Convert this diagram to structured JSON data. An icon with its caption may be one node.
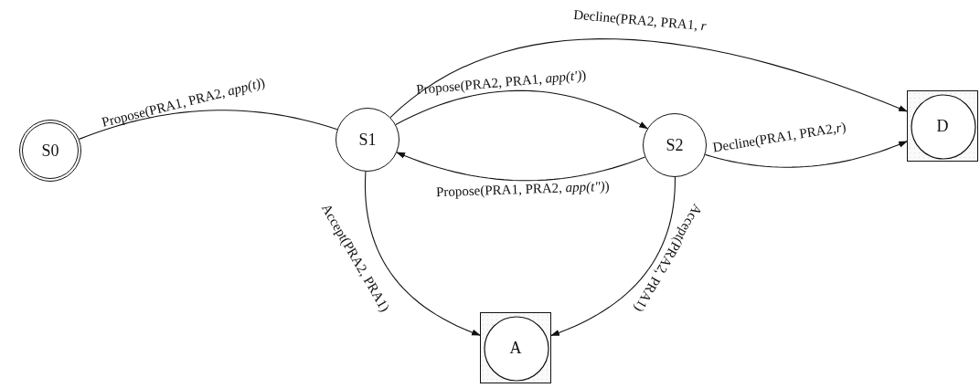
{
  "diagram": {
    "nodes": [
      {
        "text": [
          "S0"
        ]
      },
      {
        "text": [
          "S1"
        ]
      },
      {
        "text": [
          "S2"
        ]
      },
      {
        "text": [
          "D"
        ]
      },
      {
        "text": [
          "A"
        ]
      }
    ],
    "edges": [
      {
        "from": 0,
        "to": 1,
        "arrow": "none",
        "label": "Propose(PRA1, PRA2, *app(t)*)"
      },
      {
        "from": 1,
        "to": 2,
        "arrow": "to",
        "label": "Propose(PRA2, PRA1, *app(t')*)"
      },
      {
        "from": 2,
        "to": 1,
        "arrow": "to",
        "label": "Propose(PRA1, PRA2, *app(t\")*)"
      },
      {
        "from": 1,
        "to": 3,
        "arrow": "to",
        "label": "Decline(PRA2, PRA1, *r*"
      },
      {
        "from": 2,
        "to": 3,
        "arrow": "to",
        "label": "Decline(PRA1, PRA2,*r*)"
      },
      {
        "from": 1,
        "to": 4,
        "arrow": "to",
        "label": "Accept(PRA2, PRA1)"
      },
      {
        "from": 2,
        "to": 4,
        "arrow": "to",
        "label": "Accept(PRA2, PRA1)"
      }
    ]
  }
}
